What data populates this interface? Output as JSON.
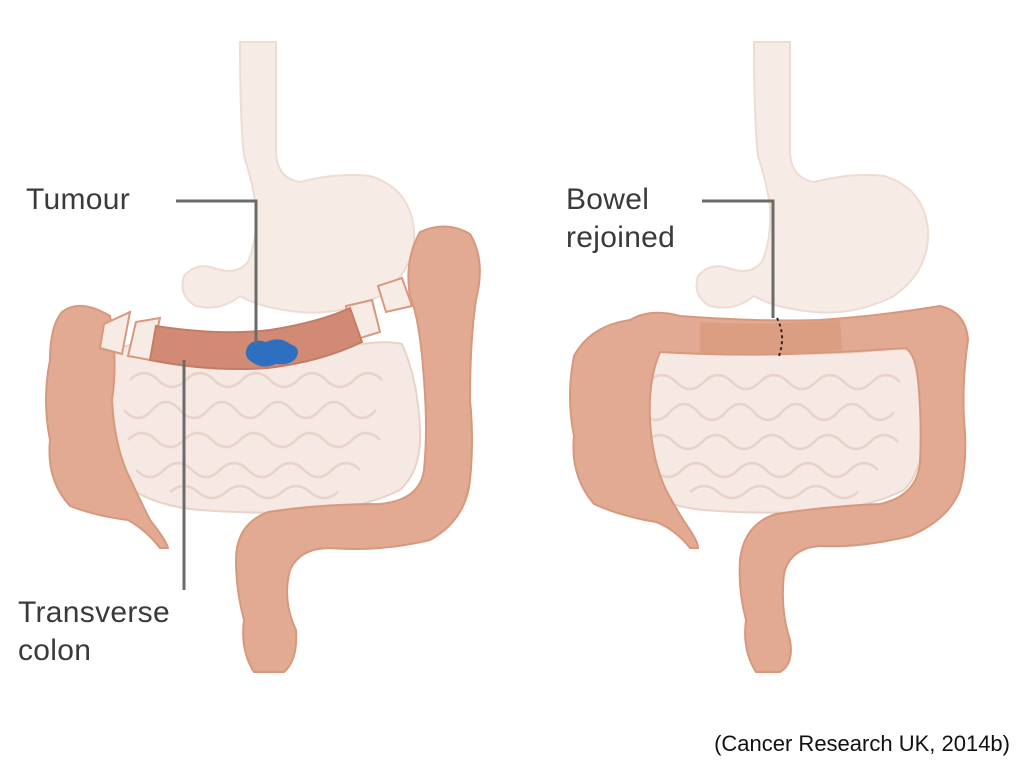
{
  "panels": [
    {
      "id": "before-surgery",
      "labels": [
        "Tumour",
        "Transverse colon"
      ],
      "label_lines": {
        "tumour": [
          "Tumour"
        ],
        "colon": [
          "Transverse",
          "colon"
        ]
      }
    },
    {
      "id": "after-surgery",
      "label_lines": {
        "bowel": [
          "Bowel",
          "rejoined"
        ]
      }
    }
  ],
  "citation": "(Cancer Research UK, 2014b)",
  "colors": {
    "colon": "#e2aa92",
    "colon_shadow": "#d8987e",
    "transverse_section": "#d18a74",
    "small_intestine": "#f6e8e2",
    "intestine_line": "#e8d3ca",
    "stomach": "#f7ebe6",
    "tumour": "#2f6fbf",
    "leader_line": "#6b6b6b"
  }
}
